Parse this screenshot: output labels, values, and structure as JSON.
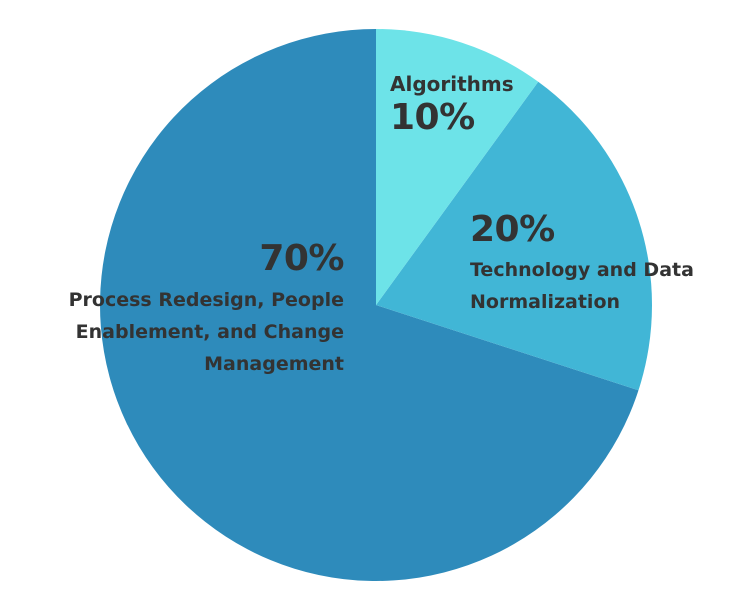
{
  "chart_data": {
    "type": "pie",
    "title": "",
    "categories": [
      "Algorithms",
      "Technology and Data Normalization",
      "Process Redesign, People Enablement, and Change Management"
    ],
    "values": [
      10,
      20,
      70
    ],
    "colors": [
      "#6de3e8",
      "#41b6d6",
      "#2e8bbb"
    ],
    "start_angle_deg": 0,
    "direction": "clockwise",
    "labels": {
      "algorithms": {
        "name": "Algorithms",
        "pct": "10%"
      },
      "technology": {
        "pct": "20%",
        "line1": "Technology and Data",
        "line2": "Normalization"
      },
      "process": {
        "pct": "70%",
        "line1": "Process Redesign, People",
        "line2": "Enablement, and Change",
        "line3": "Management"
      }
    },
    "legend": "none"
  }
}
